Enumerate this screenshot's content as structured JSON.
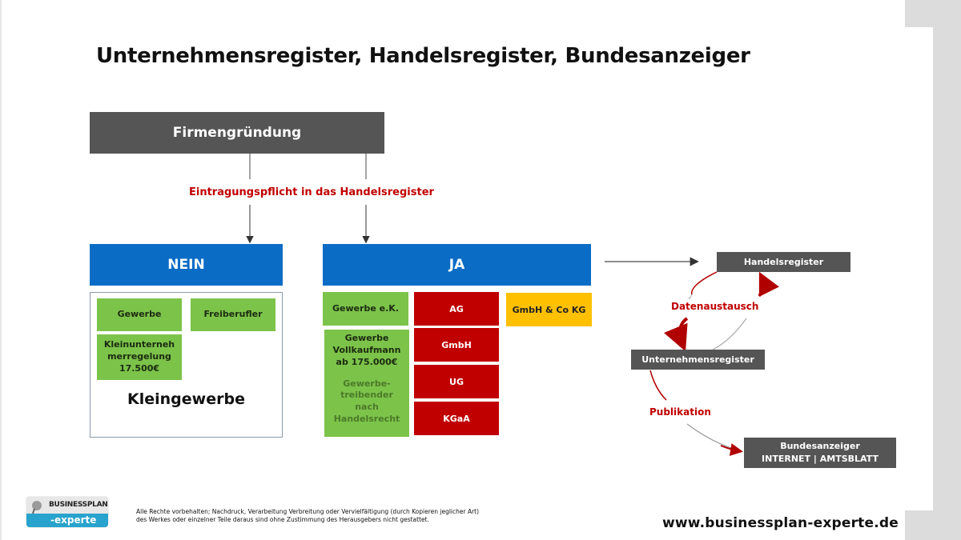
{
  "title": "Unternehmensregister, Handelsregister, Bundesanzeiger",
  "root": {
    "label": "Firmengründung"
  },
  "decision": {
    "label": "Eintragungspflicht in das Handelsregister"
  },
  "no_branch": {
    "label": "NEIN",
    "items": [
      "Gewerbe",
      "Freiberufler"
    ],
    "threshold": {
      "line1": "Kleinunterneh",
      "line2": "merregelung",
      "line3": "17.500€"
    },
    "group_label": "Kleingewerbe"
  },
  "yes_branch": {
    "label": "JA",
    "green_items": {
      "ek": "Gewerbe e.K.",
      "vollkaufmann": {
        "line1": "Gewerbe",
        "line2": "Vollkaufmann",
        "line3": "ab 175.000€"
      },
      "handelsrecht": {
        "line1": "Gewerbe-",
        "line2": "treibender",
        "line3": "nach",
        "line4": "Handelsrecht"
      }
    },
    "red_items": [
      "AG",
      "GmbH",
      "UG",
      "KGaA"
    ],
    "yellow_item": "GmbH & Co KG"
  },
  "registers": {
    "handelsregister": "Handelsregister",
    "unternehmensregister": "Unternehmensregister",
    "exchange_label": "Datenaustausch",
    "publication_label": "Publikation",
    "bundesanzeiger": {
      "line1": "Bundesanzeiger",
      "line2": "INTERNET | AMTSBLATT"
    }
  },
  "footer": {
    "logo_top": "BUSINESSPLAN",
    "logo_bottom": "-experte",
    "copyright_line1": "Alle Rechte vorbehalten; Nachdruck, Verarbeitung Verbreitung oder Vervielfältigung (durch Kopieren jeglicher Art)",
    "copyright_line2": "des Werkes oder einzelner Teile daraus sind ohne Zustimmung des Herausgebers nicht gestattet.",
    "url": "www.businessplan-experte.de"
  },
  "colors": {
    "dark_box": "#555555",
    "blue": "#0a6cc5",
    "green": "#7cc34a",
    "red": "#c00000",
    "yellow": "#ffc000",
    "accent_text": "#c00000"
  }
}
